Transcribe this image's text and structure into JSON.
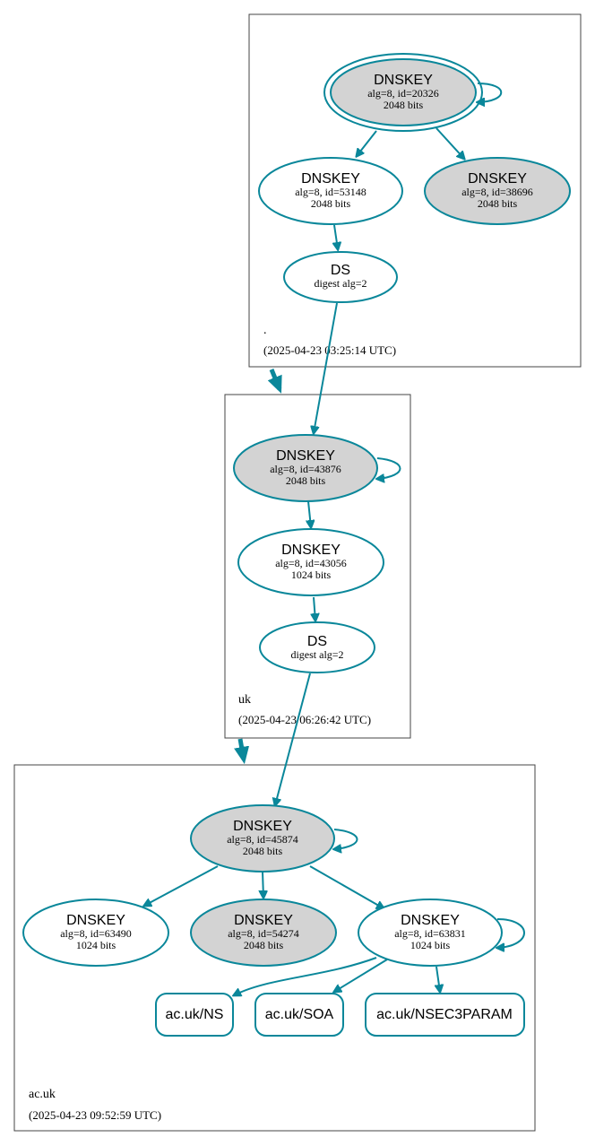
{
  "zones": {
    "root": {
      "name": ".",
      "time": "(2025-04-23 03:25:14 UTC)"
    },
    "uk": {
      "name": "uk",
      "time": "(2025-04-23 06:26:42 UTC)"
    },
    "acuk": {
      "name": "ac.uk",
      "time": "(2025-04-23 09:52:59 UTC)"
    }
  },
  "nodes": {
    "root_ksk": {
      "title": "DNSKEY",
      "line1": "alg=8, id=20326",
      "line2": "2048 bits"
    },
    "root_zsk1": {
      "title": "DNSKEY",
      "line1": "alg=8, id=53148",
      "line2": "2048 bits"
    },
    "root_zsk2": {
      "title": "DNSKEY",
      "line1": "alg=8, id=38696",
      "line2": "2048 bits"
    },
    "root_ds": {
      "title": "DS",
      "line1": "digest alg=2"
    },
    "uk_ksk": {
      "title": "DNSKEY",
      "line1": "alg=8, id=43876",
      "line2": "2048 bits"
    },
    "uk_zsk": {
      "title": "DNSKEY",
      "line1": "alg=8, id=43056",
      "line2": "1024 bits"
    },
    "uk_ds": {
      "title": "DS",
      "line1": "digest alg=2"
    },
    "ac_ksk": {
      "title": "DNSKEY",
      "line1": "alg=8, id=45874",
      "line2": "2048 bits"
    },
    "ac_k1": {
      "title": "DNSKEY",
      "line1": "alg=8, id=63490",
      "line2": "1024 bits"
    },
    "ac_k2": {
      "title": "DNSKEY",
      "line1": "alg=8, id=54274",
      "line2": "2048 bits"
    },
    "ac_k3": {
      "title": "DNSKEY",
      "line1": "alg=8, id=63831",
      "line2": "1024 bits"
    }
  },
  "rrsets": {
    "ns": "ac.uk/NS",
    "soa": "ac.uk/SOA",
    "nsec3param": "ac.uk/NSEC3PARAM"
  },
  "colors": {
    "edge": "#0a879a",
    "fill_ksk": "#d3d3d3",
    "fill_plain": "#ffffff"
  }
}
